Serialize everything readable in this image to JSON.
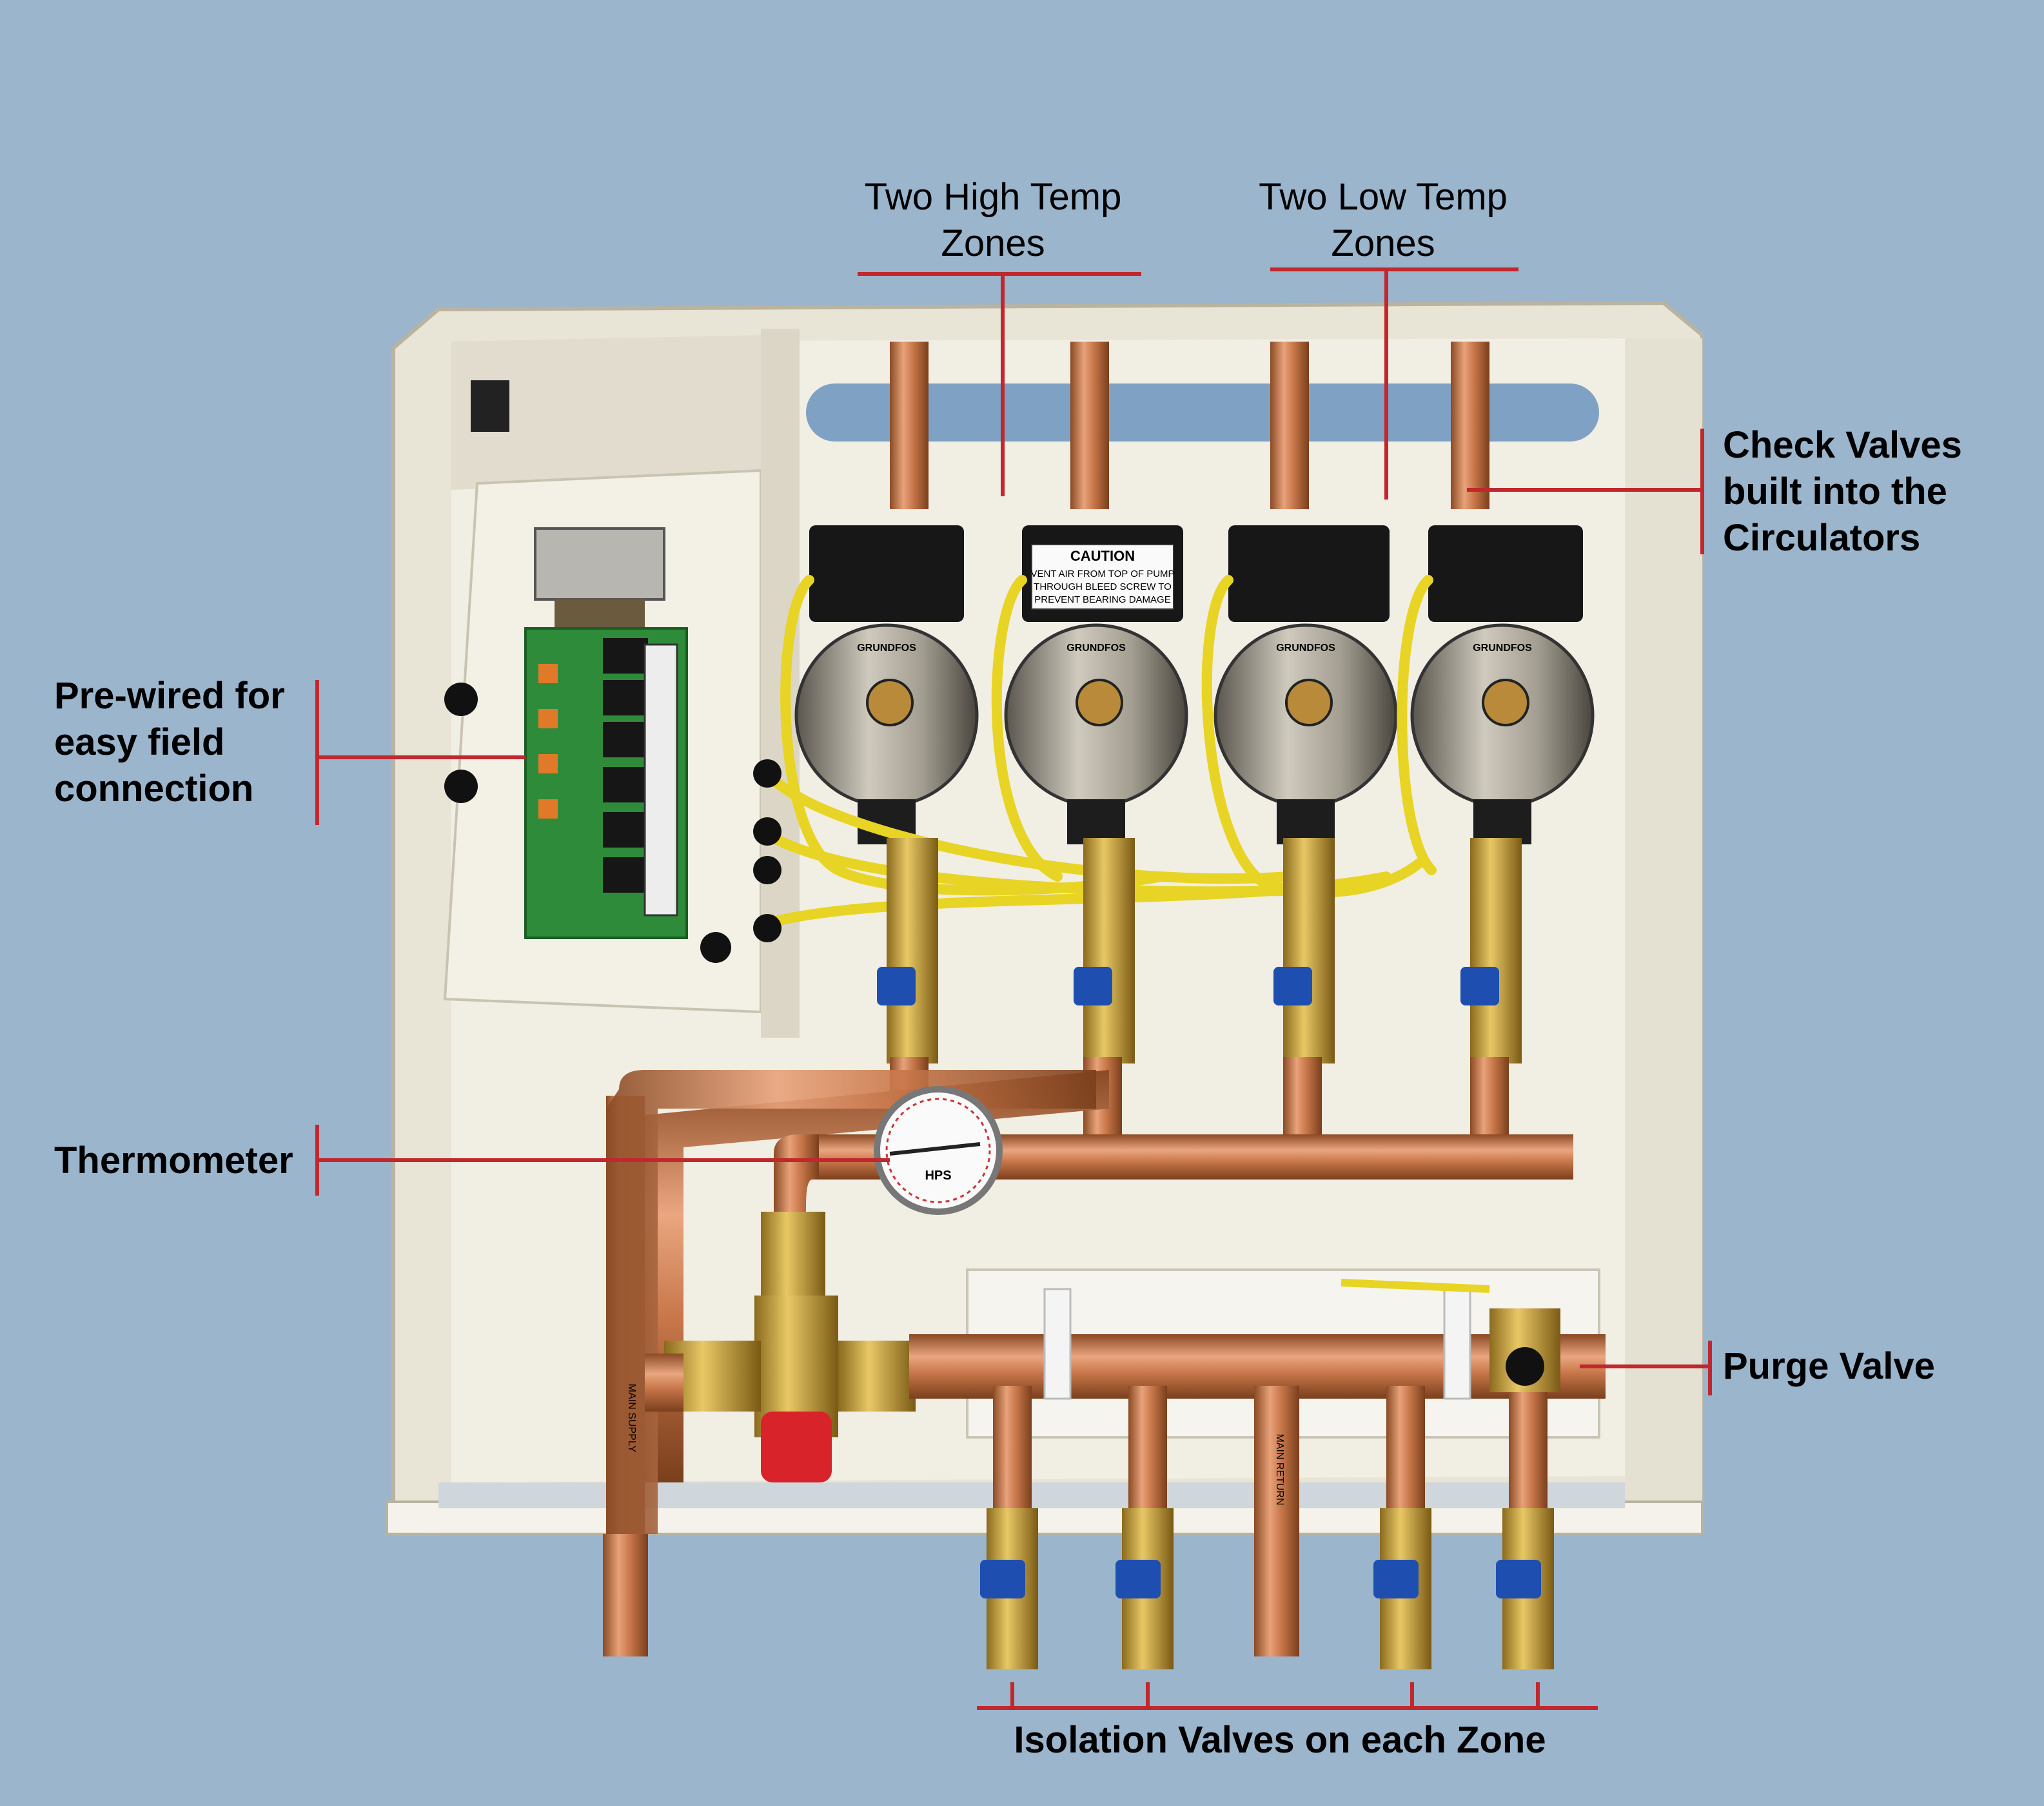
{
  "callouts": {
    "high_temp": {
      "lines": [
        "Two High Temp",
        "Zones"
      ]
    },
    "low_temp": {
      "lines": [
        "Two Low Temp",
        "Zones"
      ]
    },
    "check_valves": {
      "lines": [
        "Check Valves",
        "built into the",
        "Circulators"
      ]
    },
    "pre_wired": {
      "lines": [
        "Pre-wired for",
        "easy field",
        "connection"
      ]
    },
    "thermometer": {
      "text": "Thermometer"
    },
    "purge_valve": {
      "text": "Purge Valve"
    },
    "isolation": {
      "text": "Isolation Valves on each Zone"
    }
  },
  "photo_text": {
    "caution_title": "CAUTION",
    "caution_lines": [
      "VENT AIR FROM TOP OF PUMP",
      "THROUGH BLEED SCREW TO",
      "PREVENT BEARING DAMAGE"
    ],
    "pump_brand": "GRUNDFOS",
    "gauge_brand": "HPS",
    "main_supply": "MAIN SUPPLY",
    "main_return": "MAIN RETURN"
  },
  "colors": {
    "background": "#9bb5cc",
    "callout_line": "#c0282e",
    "copper": "#c8774a",
    "cabinet": "#ece8dc"
  }
}
